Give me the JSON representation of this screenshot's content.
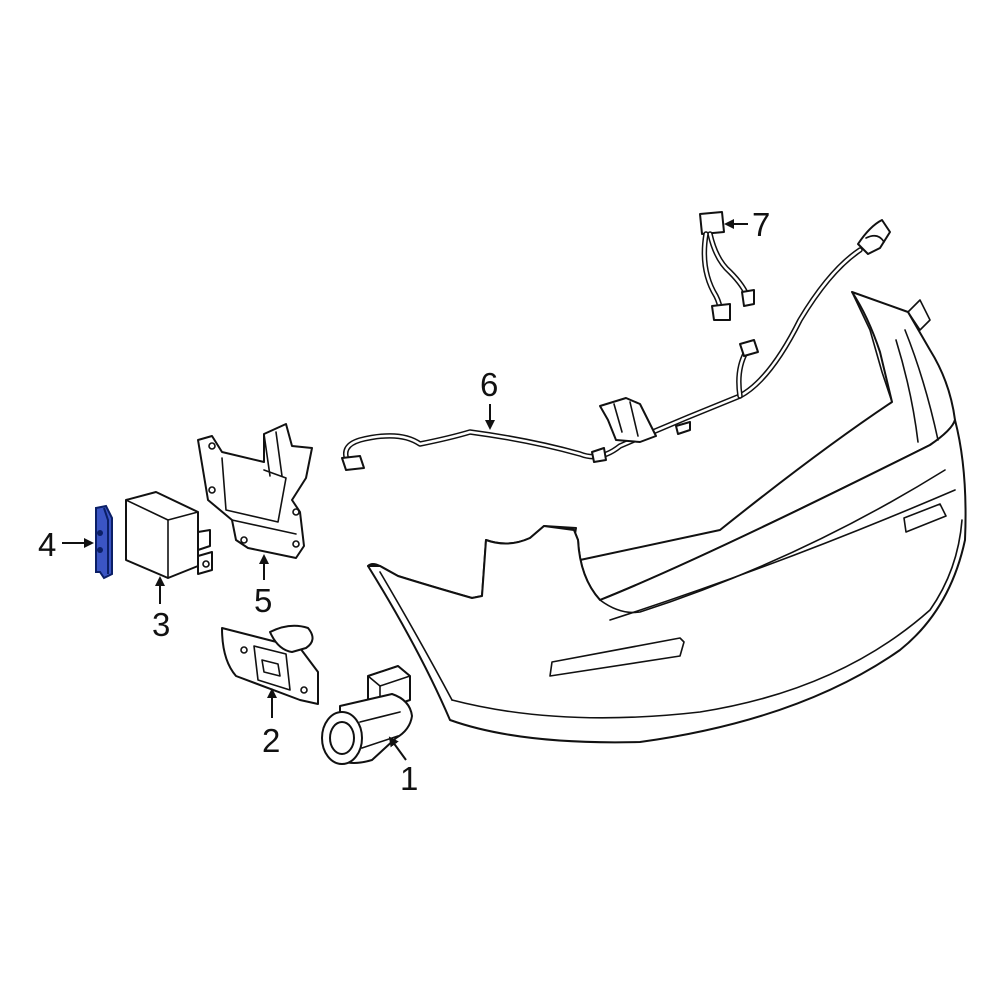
{
  "callouts": [
    {
      "id": "1",
      "label": "1"
    },
    {
      "id": "2",
      "label": "2"
    },
    {
      "id": "3",
      "label": "3"
    },
    {
      "id": "4",
      "label": "4"
    },
    {
      "id": "5",
      "label": "5"
    },
    {
      "id": "6",
      "label": "6"
    },
    {
      "id": "7",
      "label": "7"
    }
  ],
  "highlight": {
    "part": "4",
    "color": "#3b55c4"
  }
}
